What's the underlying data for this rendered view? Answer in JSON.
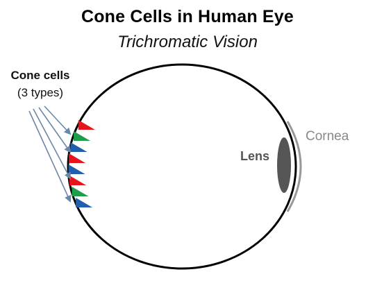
{
  "title": "Cone Cells in Human Eye",
  "subtitle": "Trichromatic Vision",
  "labels": {
    "cone_cells": "Cone cells",
    "cone_types": "(3 types)",
    "lens": "Lens",
    "cornea": "Cornea"
  },
  "colors": {
    "red_cone": "#e8141b",
    "green_cone": "#1e9e4a",
    "blue_cone": "#1f5fae",
    "arrow": "#6b87a8",
    "eyeball_outline": "#000000",
    "lens": "#555555",
    "cornea": "#999999"
  },
  "cones": [
    "red",
    "green",
    "blue",
    "red",
    "blue",
    "red",
    "green",
    "blue"
  ]
}
